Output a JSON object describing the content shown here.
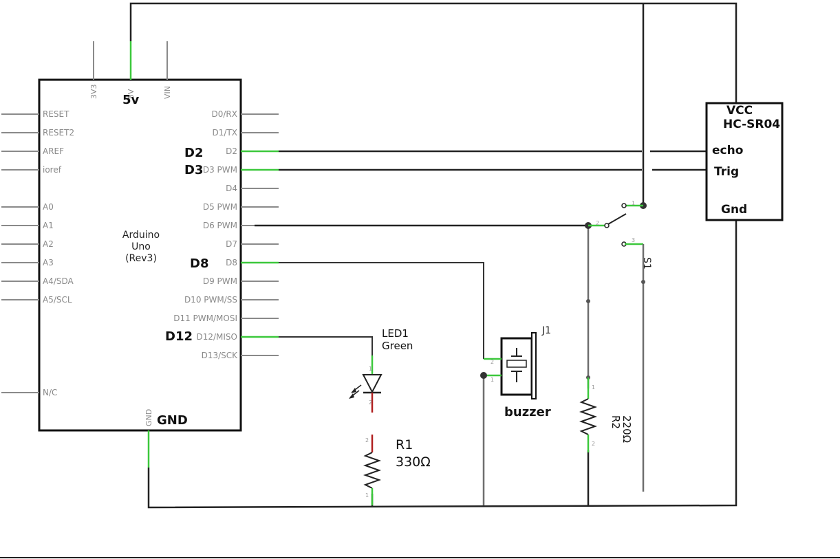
{
  "arduino": {
    "name_line1": "Arduino",
    "name_line2": "Uno",
    "name_line3": "(Rev3)",
    "left_pins": [
      "RESET",
      "RESET2",
      "AREF",
      "ioref",
      "A0",
      "A1",
      "A2",
      "A3",
      "A4/SDA",
      "A5/SCL",
      "N/C"
    ],
    "right_pins": [
      "D0/RX",
      "D1/TX",
      "D2",
      "D3 PWM",
      "D4",
      "D5 PWM",
      "D6 PWM",
      "D7",
      "D8",
      "D9 PWM",
      "D10 PWM/SS",
      "D11 PWM/MOSI",
      "D12/MISO",
      "D13/SCK"
    ],
    "top_pins": [
      "3V3",
      "5V",
      "VIN"
    ],
    "bottom_pin": "GND"
  },
  "annotations": {
    "five_v": "5v",
    "d2": "D2",
    "d3": "D3",
    "d8": "D8",
    "d12": "D12",
    "gnd": "GND"
  },
  "sensor": {
    "vcc": "VCC",
    "name": "HC-SR04",
    "echo": "echo",
    "trig": "Trig",
    "gnd": "Gnd"
  },
  "led": {
    "ref": "LED1",
    "color": "Green"
  },
  "r1": {
    "ref": "R1",
    "value": "330Ω"
  },
  "r2": {
    "ref": "R2",
    "value": "220Ω"
  },
  "buzzer": {
    "ref": "J1",
    "label": "buzzer"
  },
  "switch": {
    "ref": "S1"
  },
  "pin_numbers": {
    "one": "1",
    "two": "2",
    "three": "3"
  },
  "colors": {
    "wire": "#222222",
    "pin": "#8a8a8a",
    "connected_pin": "#3cc83c",
    "led_cathode": "#b02020"
  }
}
